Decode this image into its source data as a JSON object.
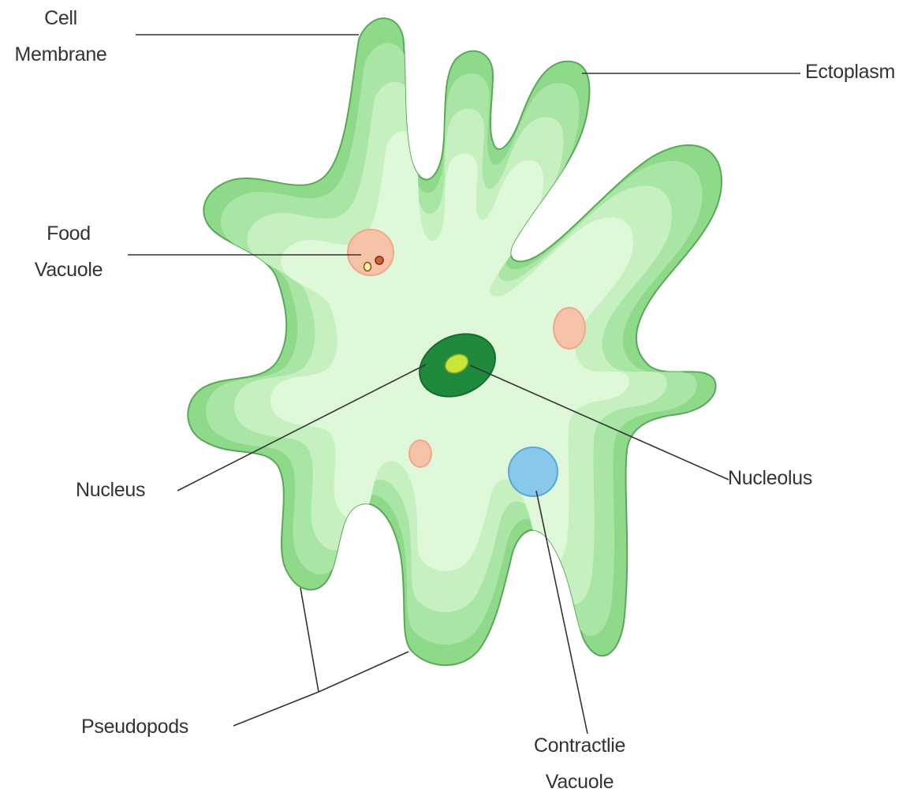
{
  "colors": {
    "membrane": "#5aa85a",
    "ectoplasm_outer": "#8fd98a",
    "ectoplasm_mid": "#a9e5a4",
    "endoplasm": "#c6f0c0",
    "endoplasm_inner": "#dff8da",
    "nucleus": "#1f8a3c",
    "nucleolus": "#c8e63a",
    "food_vacuole": "#f6c3a8",
    "contractile_vacuole": "#88c8ea",
    "leader_line": "#333333"
  },
  "labels": {
    "cell_membrane": [
      "Cell",
      "Membrane"
    ],
    "ectoplasm": "Ectoplasm",
    "food_vacuole": [
      "Food",
      "Vacuole"
    ],
    "nucleus": "Nucleus",
    "nucleolus": "Nucleolus",
    "pseudopods": "Pseudopods",
    "contractile_vacuole": [
      "Contractlie",
      "Vacuole"
    ]
  },
  "icons": {
    "cell": "amoeba-cell-icon"
  }
}
